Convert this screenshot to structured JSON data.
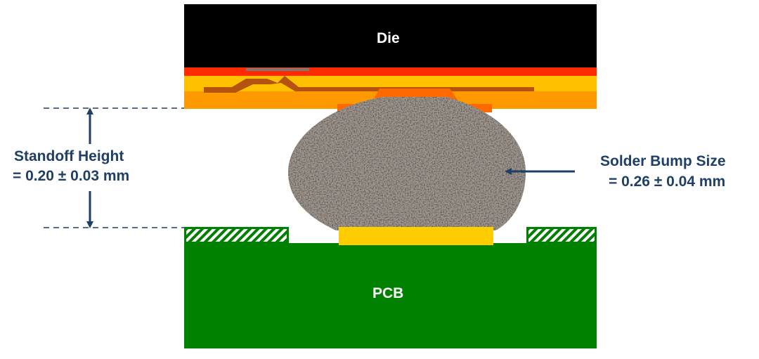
{
  "die": {
    "label": "Die",
    "color": "#000000"
  },
  "pcb": {
    "label": "PCB",
    "color": "#008000"
  },
  "colors": {
    "annotation": "#1f3f66",
    "pad": "#ffcc00",
    "layer_red": "#ff2a00",
    "layer_yellow": "#ffc000",
    "layer_orange": "#ff9900",
    "trace": "#b5520d",
    "solder": "#a09890"
  },
  "standoff": {
    "line1": "Standoff Height",
    "line2": "= 0.20 ± 0.03 mm"
  },
  "bump": {
    "line1": "Solder Bump Size",
    "line2": "= 0.26 ± 0.04 mm"
  }
}
